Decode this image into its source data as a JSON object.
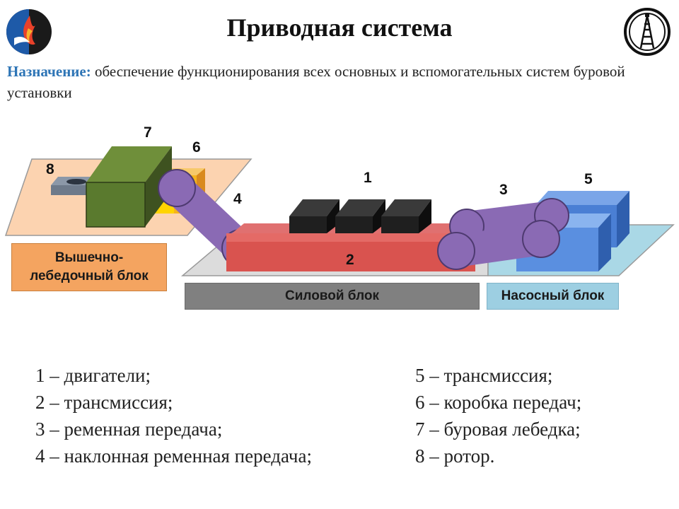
{
  "header": {
    "title": "Приводная система",
    "purpose_key": "Назначение:",
    "purpose_text": " обеспечение функционирования всех основных и вспомогательных систем буровой установки"
  },
  "blocks": {
    "drawworks": "Вышечно-\nлебедочный блок",
    "power": "Силовой блок",
    "pump": "Насосный блок"
  },
  "numbers": [
    "1",
    "2",
    "3",
    "4",
    "5",
    "6",
    "7",
    "8"
  ],
  "legend": {
    "left": [
      "1 – двигатели;",
      "2 – трансмиссия;",
      "3 – ременная передача;",
      "4 – наклонная ременная передача;"
    ],
    "right": [
      "5 – трансмиссия;",
      "6 – коробка передач;",
      "7 – буровая лебедка;",
      "8 – ротор."
    ]
  },
  "colors": {
    "accent": "#2e75b6",
    "drawworks_block": "#f4a460",
    "power_block": "#808080",
    "pump_block": "#9dcfe2",
    "engine": "#1f1f1f",
    "transmission": "#d9534f",
    "pump": "#4a7fd4",
    "winch": "#5a7a2e",
    "gearbox": "#f5c518",
    "belt": "#8a6ab4"
  },
  "icons": [
    "flame-logo-icon",
    "derrick-logo-icon"
  ]
}
